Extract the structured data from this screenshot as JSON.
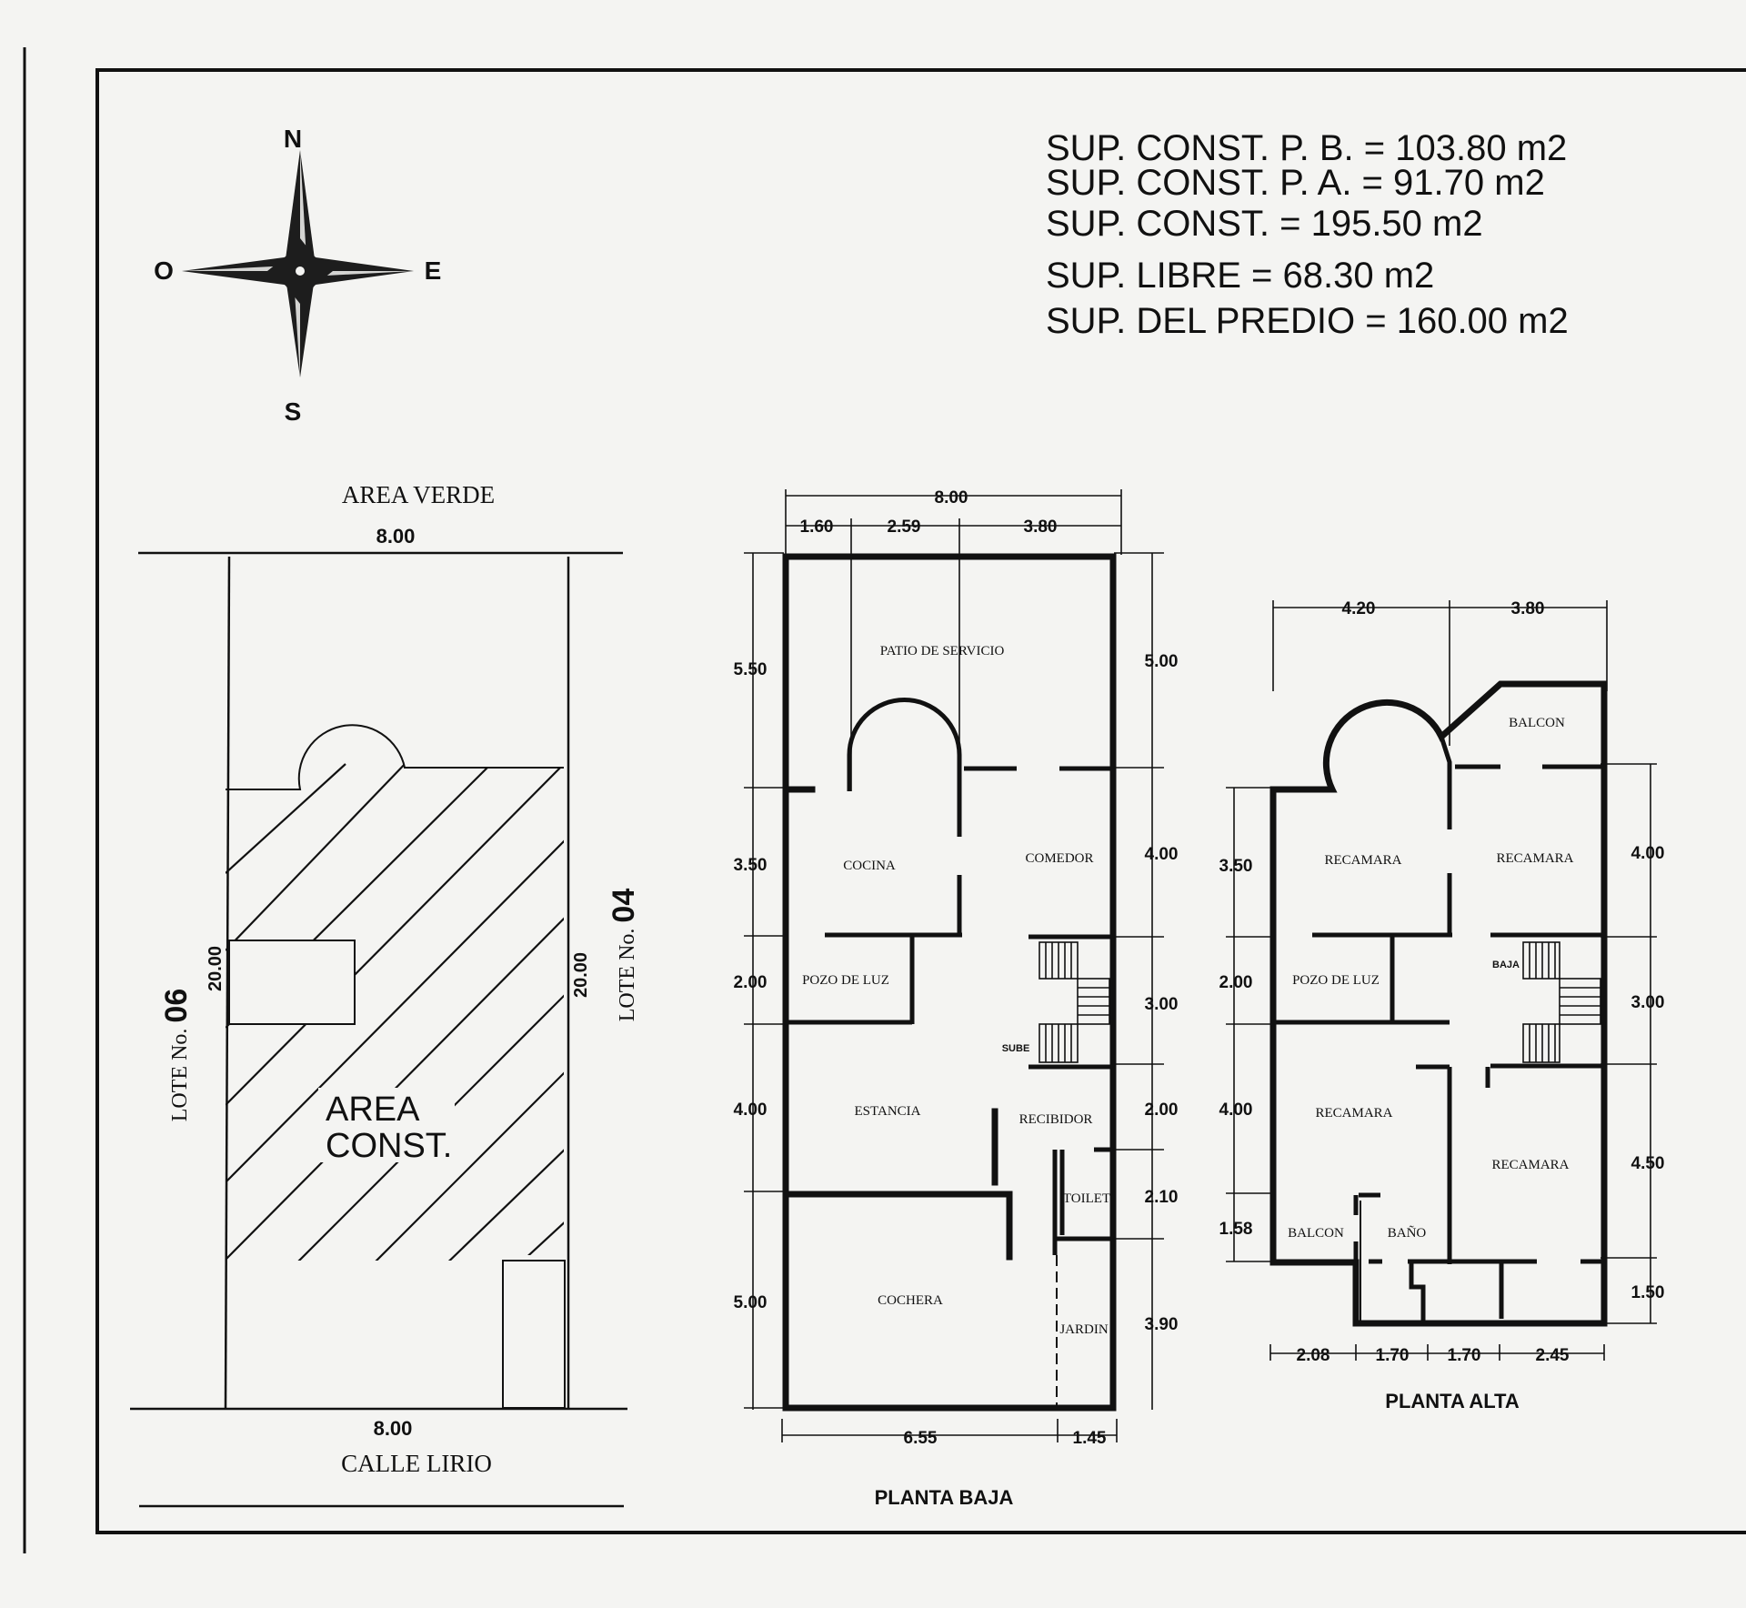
{
  "compass": {
    "north": "N",
    "south": "S",
    "east": "E",
    "west": "O"
  },
  "summary": [
    "SUP. CONST. P. B. = 103.80 m2",
    "SUP. CONST. P. A. = 91.70 m2",
    "SUP. CONST. = 195.50 m2",
    "SUP. LIBRE = 68.30 m2",
    "SUP. DEL PREDIO = 160.00 m2"
  ],
  "site": {
    "top_label": "AREA VERDE",
    "bottom_label": "CALLE LIRIO",
    "width_top": "8.00",
    "width_bottom": "8.00",
    "depth_left": "20.00",
    "depth_right": "20.00",
    "lot_left": "LOTE No.",
    "lot_left_num": "06",
    "lot_right": "LOTE No.",
    "lot_right_num": "04",
    "area_line1": "AREA",
    "area_line2": "CONST."
  },
  "planta_baja": {
    "title": "PLANTA BAJA",
    "dims_top": {
      "total": "8.00",
      "a": "1.60",
      "b": "2.59",
      "c": "3.80"
    },
    "dims_left": [
      "5.50",
      "3.50",
      "2.00",
      "4.00",
      "5.00"
    ],
    "dims_right": [
      "5.00",
      "4.00",
      "3.00",
      "2.00",
      "2.10",
      "3.90"
    ],
    "dims_bottom": {
      "a": "6.55",
      "b": "1.45"
    },
    "rooms": {
      "patio": "PATIO DE SERVICIO",
      "cocina": "COCINA",
      "comedor": "COMEDOR",
      "pozo": "POZO DE LUZ",
      "sube": "SUBE",
      "estancia": "ESTANCIA",
      "recibidor": "RECIBIDOR",
      "toilet": "TOILET",
      "cochera": "COCHERA",
      "jardin": "JARDIN"
    }
  },
  "planta_alta": {
    "title": "PLANTA ALTA",
    "dims_top": {
      "a": "4.20",
      "b": "3.80"
    },
    "dims_left": [
      "3.50",
      "2.00",
      "4.00",
      "1.58"
    ],
    "dims_right": [
      "4.00",
      "3.00",
      "4.50",
      "1.50"
    ],
    "dims_bottom": {
      "a": "2.08",
      "b": "1.70",
      "c": "1.70",
      "d": "2.45"
    },
    "rooms": {
      "balcon_top": "BALCON",
      "rec1": "RECAMARA",
      "rec2": "RECAMARA",
      "pozo": "POZO DE LUZ",
      "baja": "BAJA",
      "rec3": "RECAMARA",
      "rec4": "RECAMARA",
      "balcon_bottom": "BALCON",
      "bano": "BAÑO"
    }
  }
}
